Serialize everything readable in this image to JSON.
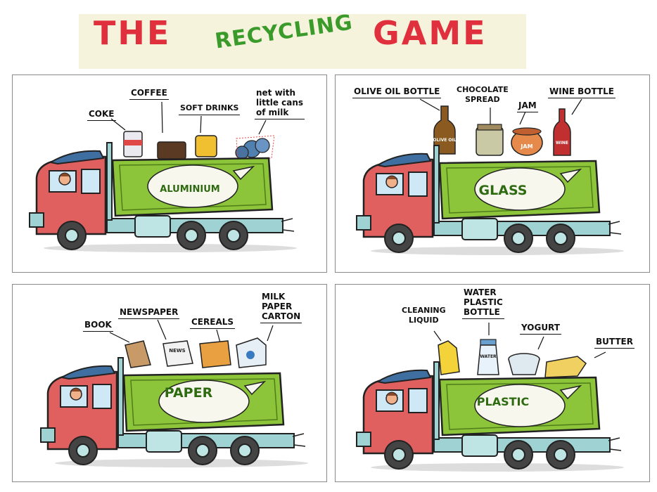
{
  "title": {
    "the": "THE",
    "recycling": "RECYCLING",
    "game": "GAME"
  },
  "panels": [
    {
      "sign": "ALUMINIUM",
      "items": [
        {
          "label": "COKE"
        },
        {
          "label": "COFFEE"
        },
        {
          "label": "SOFT DRINKS"
        },
        {
          "label": "net with\nlittle cans\nof milk"
        }
      ]
    },
    {
      "sign": "GLASS",
      "items": [
        {
          "label": "OLIVE OIL BOTTLE"
        },
        {
          "label": "CHOCOLATE\nSPREAD"
        },
        {
          "label": "JAM"
        },
        {
          "label": "WINE BOTTLE"
        }
      ],
      "jar_text": {
        "olive": "OLIVE OIL",
        "jam": "JAM",
        "wine": "WINE"
      }
    },
    {
      "sign": "PAPER",
      "items": [
        {
          "label": "BOOK"
        },
        {
          "label": "NEWSPAPER"
        },
        {
          "label": "CEREALS"
        },
        {
          "label": "MILK\nPAPER\nCARTON"
        }
      ],
      "news_text": "NEWS"
    },
    {
      "sign": "PLASTIC",
      "items": [
        {
          "label": "CLEANING\nLIQUID"
        },
        {
          "label": "WATER\nPLASTIC\nBOTTLE"
        },
        {
          "label": "YOGURT"
        },
        {
          "label": "BUTTER"
        }
      ],
      "bottle_text": "WATER"
    }
  ],
  "colors": {
    "title_red": "#e0303e",
    "title_green": "#3a9a2a",
    "truck_cab": "#e06060",
    "truck_body": "#8cc43a",
    "chassis": "#9fd3d3"
  }
}
